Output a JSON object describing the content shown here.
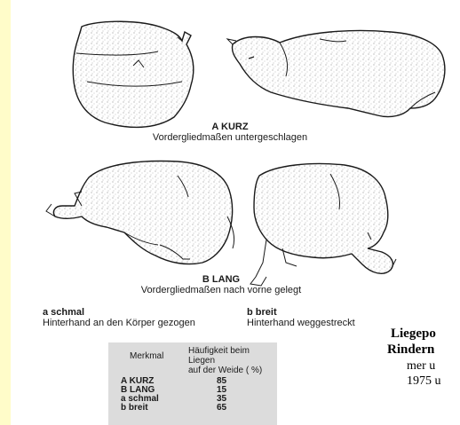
{
  "figure": {
    "group_a": {
      "label": "A KURZ",
      "caption": "Vordergliedmaßen untergeschlagen"
    },
    "group_b": {
      "label": "B LANG",
      "caption": "Vordergliedmaßen nach vorne gelegt"
    },
    "sub_a": {
      "label": "a schmal",
      "caption": "Hinterhand an den Körper gezogen"
    },
    "sub_b": {
      "label": "b breit",
      "caption": "Hinterhand weggestreckt"
    },
    "table": {
      "col_feature": "Merkmal",
      "col_freq_line1": "Häufigkeit beim Liegen",
      "col_freq_line2": "auf der Weide ( %)",
      "rows": [
        {
          "feature": "A KURZ",
          "value": "85"
        },
        {
          "feature": "B LANG",
          "value": "15"
        },
        {
          "feature": "a schmal",
          "value": "35"
        },
        {
          "feature": "b breit",
          "value": "65"
        }
      ]
    }
  },
  "side_text": {
    "line1": "Liegepo",
    "line2": "Rindern",
    "line3": "mer u",
    "line4": "1975 u"
  },
  "colors": {
    "frame": "#fffcc9",
    "sketch": "#1a1a1a",
    "stipple": "#bdbdbd"
  }
}
